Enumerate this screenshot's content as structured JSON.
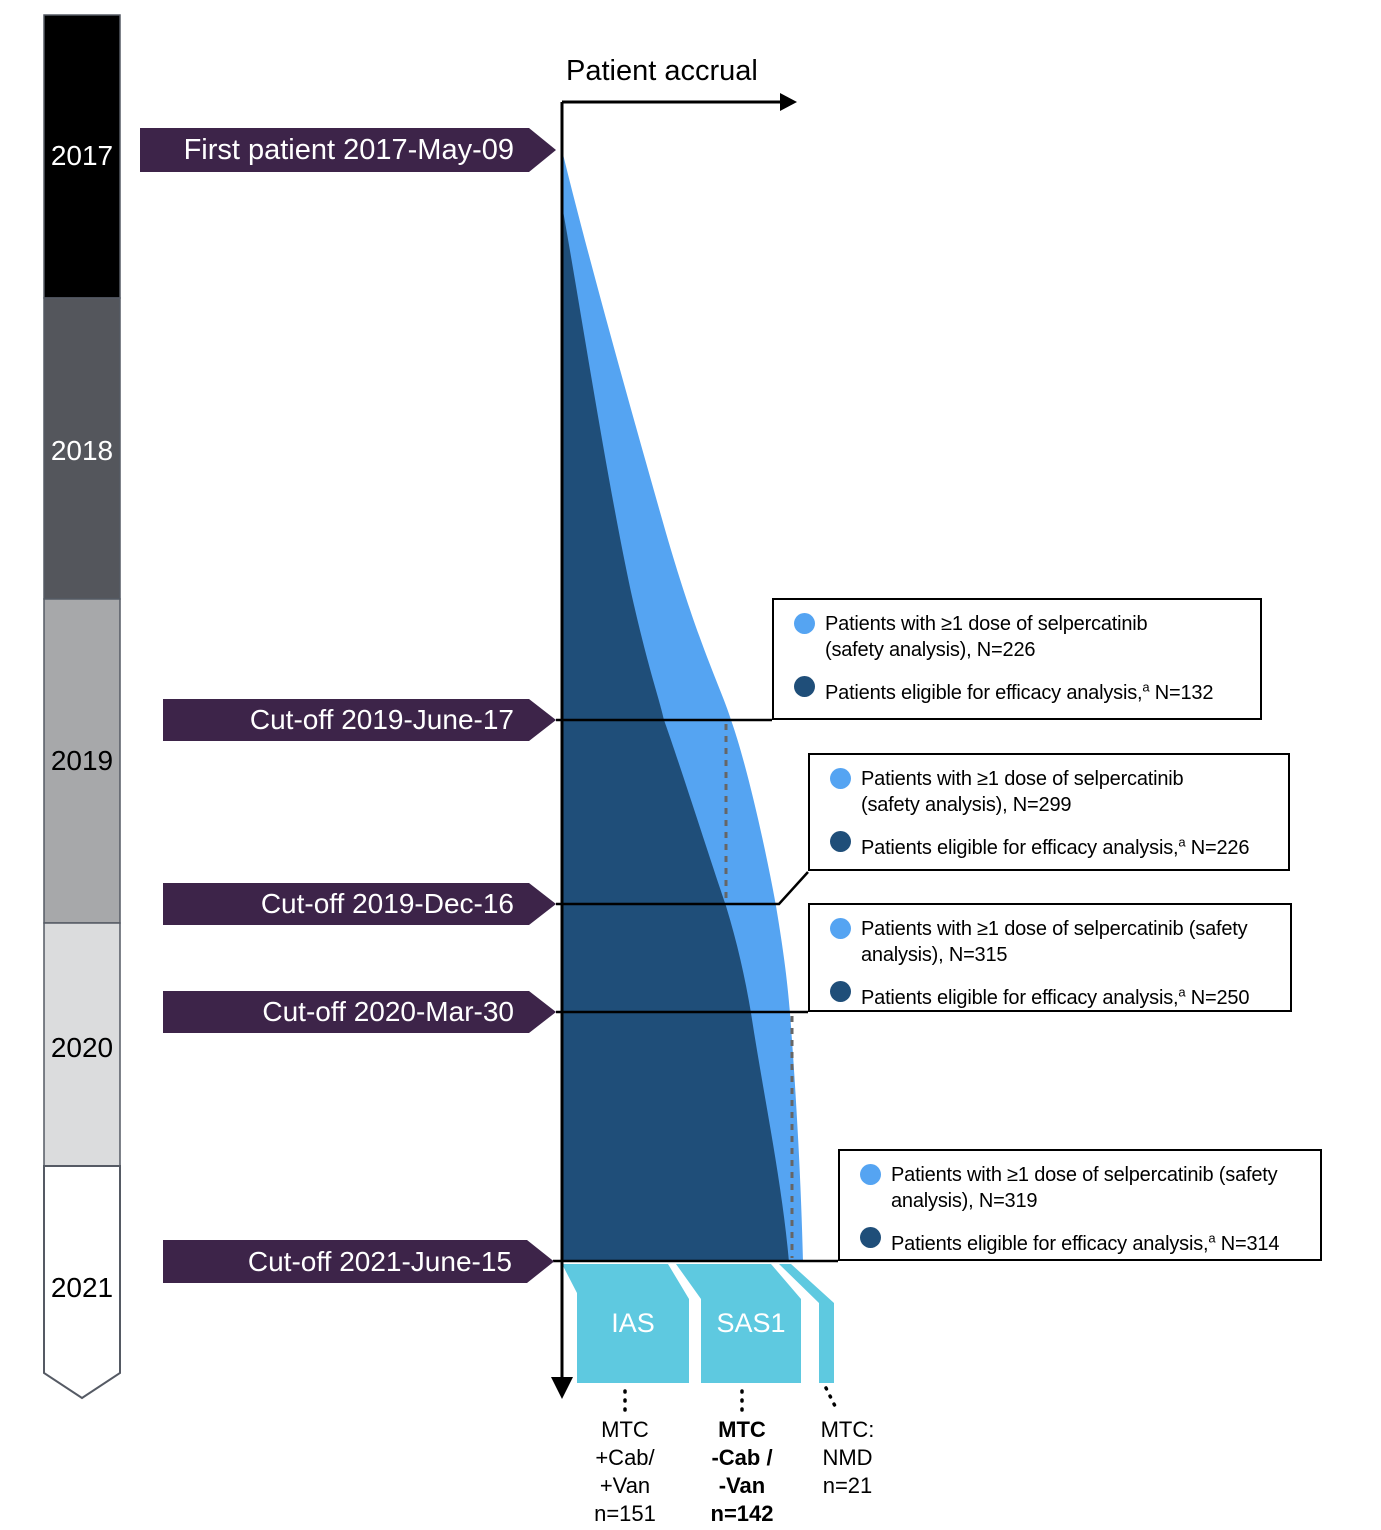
{
  "title": "Patient accrual",
  "timeline": {
    "years": [
      {
        "label": "2017",
        "color": "#000000"
      },
      {
        "label": "2018",
        "color": "#54565C"
      },
      {
        "label": "2019",
        "color": "#A7A8AA"
      },
      {
        "label": "2020",
        "color": "#DBDCDD"
      },
      {
        "label": "2021",
        "color": "#FFFFFF"
      }
    ]
  },
  "milestones": [
    {
      "label": "First patient 2017-May-09"
    },
    {
      "label": "Cut-off 2019-June-17"
    },
    {
      "label": "Cut-off 2019-Dec-16"
    },
    {
      "label": "Cut-off 2020-Mar-30"
    },
    {
      "label": "Cut-off 2021-June-15"
    }
  ],
  "callouts": [
    {
      "safety_line1": "Patients with ≥1 dose of selpercatinib",
      "safety_line2": "(safety analysis), N=226",
      "efficacy_prefix": "Patients eligible for efficacy analysis,",
      "efficacy_sup": "a",
      "efficacy_n": " N=132"
    },
    {
      "safety_line1": "Patients with ≥1 dose of selpercatinib",
      "safety_line2": "(safety analysis), N=299",
      "efficacy_prefix": "Patients eligible for efficacy analysis,",
      "efficacy_sup": "a",
      "efficacy_n": " N=226"
    },
    {
      "safety_line1": "Patients with ≥1 dose of selpercatinib (safety",
      "safety_line2": "analysis), N=315",
      "efficacy_prefix": "Patients eligible for efficacy analysis,",
      "efficacy_sup": "a",
      "efficacy_n": " N=250"
    },
    {
      "safety_line1": "Patients with ≥1 dose of selpercatinib (safety",
      "safety_line2": "analysis), N=319",
      "efficacy_prefix": "Patients eligible for efficacy analysis,",
      "efficacy_sup": "a",
      "efficacy_n": " N=314"
    }
  ],
  "analysis_sets": [
    {
      "name": "IAS",
      "footnote": "MTC\n+Cab/\n+Van\nn=151"
    },
    {
      "name": "SAS1",
      "footnote": "MTC\n-Cab /\n-Van\nn=142"
    },
    {
      "name": "",
      "footnote": "MTC:\nNMD\nn=21"
    }
  ],
  "colors": {
    "safety_blue": "#55A4F2",
    "efficacy_blue": "#1F4E79",
    "analysis_set_cyan": "#5EC9E0",
    "banner_purple": "#3D2449",
    "dashed_gray": "#666666"
  }
}
